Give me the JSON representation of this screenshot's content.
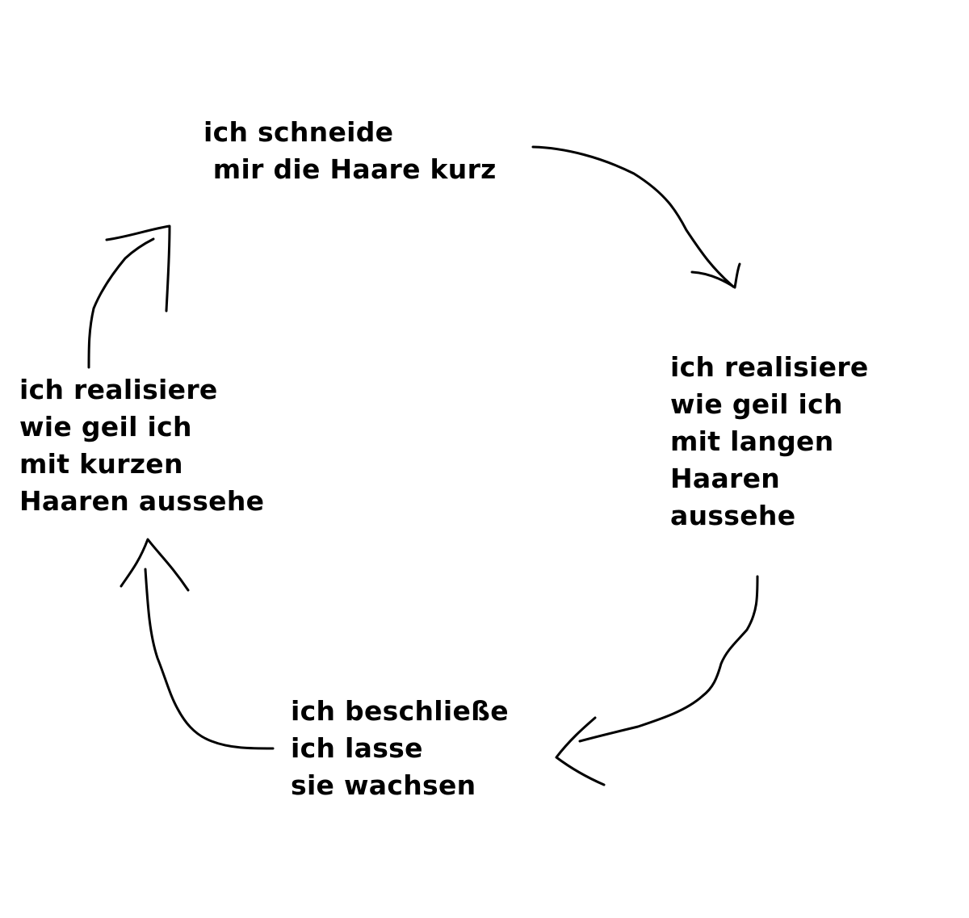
{
  "diagram": {
    "type": "cycle",
    "nodes": [
      {
        "id": "top",
        "lines": [
          "ich schneide",
          " mir die Haare kurz"
        ]
      },
      {
        "id": "right",
        "lines": [
          "ich realisiere",
          "wie geil ich",
          "mit langen",
          "Haaren",
          "aussehe"
        ]
      },
      {
        "id": "bottom",
        "lines": [
          "ich beschließe",
          "ich lasse",
          "sie wachsen"
        ]
      },
      {
        "id": "left",
        "lines": [
          "ich realisiere",
          "wie geil ich",
          "mit kurzen",
          "Haaren aussehe"
        ]
      }
    ],
    "edges": [
      {
        "from": "top",
        "to": "right"
      },
      {
        "from": "right",
        "to": "bottom"
      },
      {
        "from": "bottom",
        "to": "left"
      },
      {
        "from": "left",
        "to": "top"
      }
    ],
    "colors": {
      "text": "#000000",
      "stroke": "#000000",
      "background": "#ffffff"
    }
  }
}
